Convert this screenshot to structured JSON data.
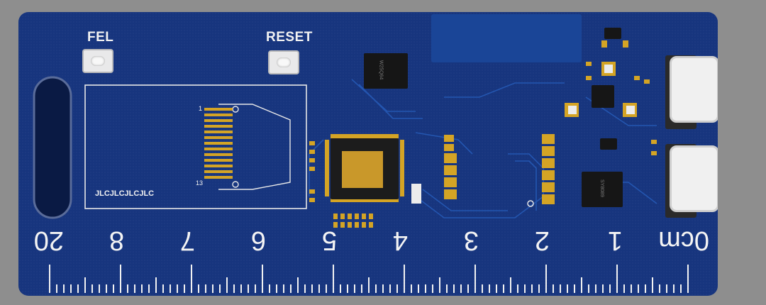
{
  "labels": {
    "fel": "FEL",
    "reset": "RESET",
    "silkscreen": "JLCJLCJLCJLC",
    "pin_1": "1",
    "pin_13": "13",
    "flash_chip": "W25Q64",
    "reg_chip": "SY8089"
  },
  "ruler": {
    "marks": [
      "20",
      "8",
      "7",
      "6",
      "5",
      "4",
      "3",
      "2",
      "1",
      "0cm"
    ]
  },
  "colors": {
    "board": "#17357e",
    "background": "#8e8e8e",
    "silkscreen": "#f2f2f2",
    "pad_gold": "#d4a425",
    "chip_black": "#161616",
    "usb_silver": "#f0f0f0"
  },
  "icons": {
    "slot": "oblong-slot-icon",
    "wifi_antenna": "wifi-antenna-icon"
  }
}
